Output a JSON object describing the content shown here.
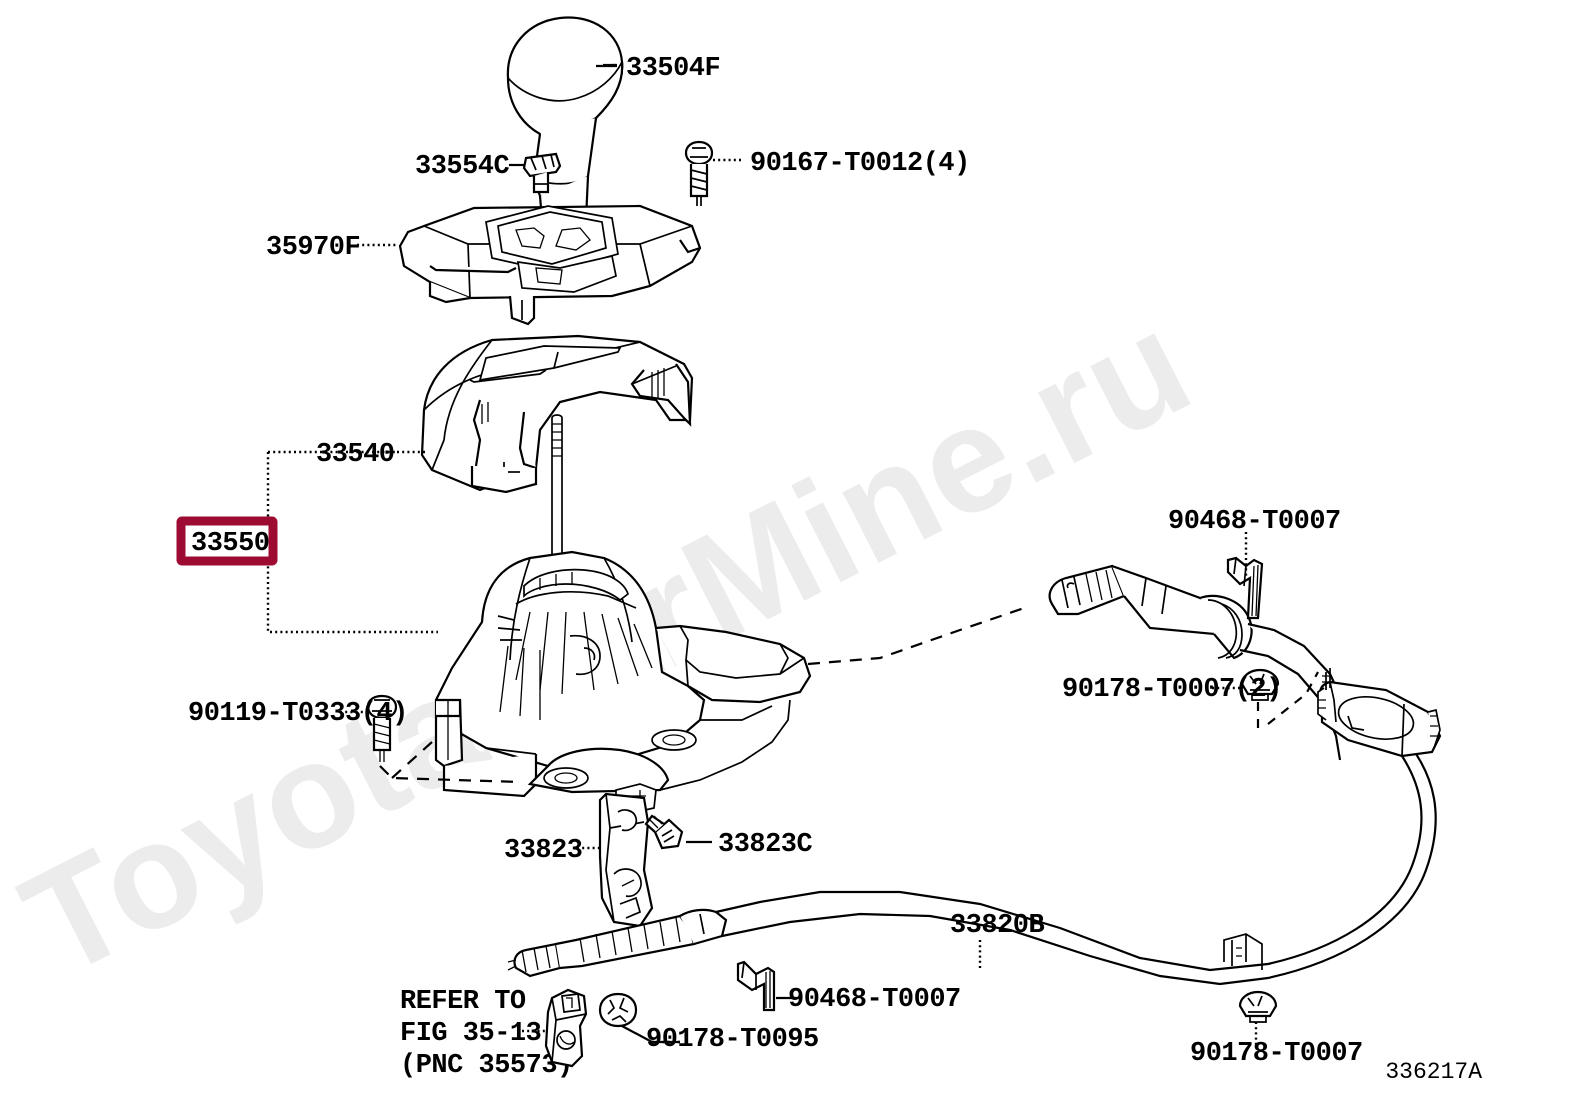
{
  "document": {
    "type": "automotive-parts-exploded-diagram",
    "figure_number": "336217A",
    "watermark": "ToyotaCarMine.ru",
    "highlight_color": "#9e0b32",
    "background_color": "#ffffff",
    "line_color": "#000000"
  },
  "callouts": [
    {
      "id": "c1",
      "text": "33504F",
      "name": "shift-lever-knob"
    },
    {
      "id": "c2",
      "text": "33554C",
      "name": "knob-clip"
    },
    {
      "id": "c3",
      "text": "90167-T0012(4)",
      "name": "screw-90167"
    },
    {
      "id": "c4",
      "text": "35970F",
      "name": "position-indicator-panel"
    },
    {
      "id": "c5",
      "text": "33540",
      "name": "shift-lever-housing-cover"
    },
    {
      "id": "c6",
      "text": "33550",
      "name": "floor-shift-assembly",
      "highlighted": true
    },
    {
      "id": "c7",
      "text": "90119-T0333(4)",
      "name": "bolt-90119"
    },
    {
      "id": "c8",
      "text": "33823",
      "name": "cable-bracket"
    },
    {
      "id": "c9",
      "text": "33823C",
      "name": "bracket-screw"
    },
    {
      "id": "c10",
      "text": "90468-T0007",
      "name": "clip-90468-upper"
    },
    {
      "id": "c11",
      "text": "90178-T0007(2)",
      "name": "nut-90178-2"
    },
    {
      "id": "c12",
      "text": "33820B",
      "name": "control-cable-assembly"
    },
    {
      "id": "c13",
      "text": "90468-T0007",
      "name": "clip-90468-lower"
    },
    {
      "id": "c14",
      "text": "90178-T0007",
      "name": "nut-90178"
    },
    {
      "id": "c15",
      "text": "90178-T0095",
      "name": "nut-90178-t0095"
    }
  ],
  "reference_note": {
    "line1": "REFER TO",
    "line2": "FIG 35-13",
    "line3": "(PNC 35573)"
  },
  "figure_label": "336217A"
}
